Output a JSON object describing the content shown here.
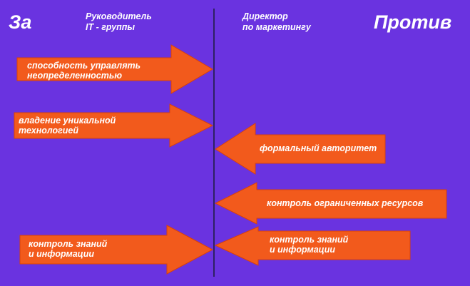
{
  "colors": {
    "background": "#6a33e0",
    "arrow_fill": "#f25a1c",
    "arrow_stroke": "#d8410a",
    "divider": "#1b1b3a",
    "text": "#ffffff"
  },
  "header": {
    "left_title": "За",
    "right_title": "Против",
    "left_role": "Руководитель\nIT - группы",
    "right_role": "Директор\nпо маркетингу"
  },
  "arrows_for": [
    {
      "label": "способность управлять\nнеопределенностью"
    },
    {
      "label": "владение уникальной\nтехнологией"
    },
    {
      "label": "контроль знаний\nи информации"
    }
  ],
  "arrows_against": [
    {
      "label": "формальный авторитет"
    },
    {
      "label": "контроль ограниченных ресурсов"
    },
    {
      "label": "контроль знаний\nи информации"
    }
  ]
}
